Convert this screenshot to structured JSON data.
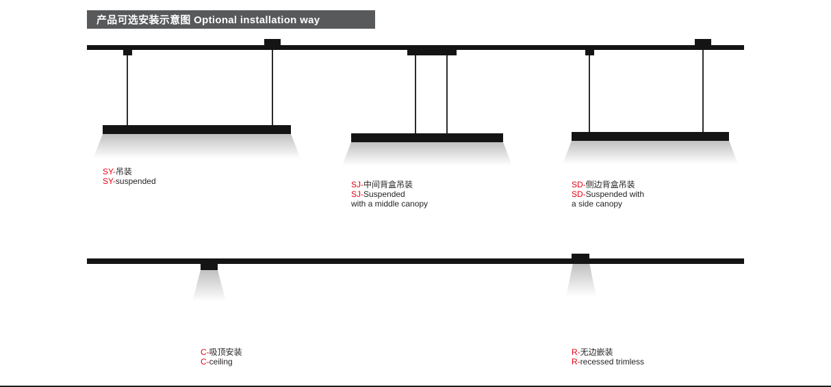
{
  "header": {
    "title": "产品可选安装示意图 Optional installation way"
  },
  "colors": {
    "accent_red": "#e60012",
    "diagram_black": "#141414",
    "header_bg": "#58595b",
    "text_dark": "#231f20"
  },
  "fixtures": {
    "sy": {
      "name": "suspended",
      "lines": [
        {
          "prefix": "SY-",
          "rest": "吊装"
        },
        {
          "prefix": "SY-",
          "rest": "suspended"
        }
      ]
    },
    "sj": {
      "name": "suspended-with-middle-canopy",
      "lines": [
        {
          "prefix": "SJ-",
          "rest": "中间背盒吊装"
        },
        {
          "prefix": "SJ-",
          "rest": "Suspended"
        },
        {
          "prefix": "",
          "rest": "with a middle canopy"
        }
      ]
    },
    "sd": {
      "name": "suspended-with-side-canopy",
      "lines": [
        {
          "prefix": "SD-",
          "rest": "侧边背盒吊装"
        },
        {
          "prefix": "SD-",
          "rest": "Suspended with"
        },
        {
          "prefix": "",
          "rest": "a side canopy"
        }
      ]
    },
    "c": {
      "name": "ceiling-mounted",
      "lines": [
        {
          "prefix": "C-",
          "rest": "吸顶安装"
        },
        {
          "prefix": "C-",
          "rest": "ceiling"
        }
      ]
    },
    "r": {
      "name": "recessed-trimless",
      "lines": [
        {
          "prefix": "R-",
          "rest": "无边嵌装"
        },
        {
          "prefix": "R-",
          "rest": "recessed trimless"
        }
      ]
    }
  }
}
